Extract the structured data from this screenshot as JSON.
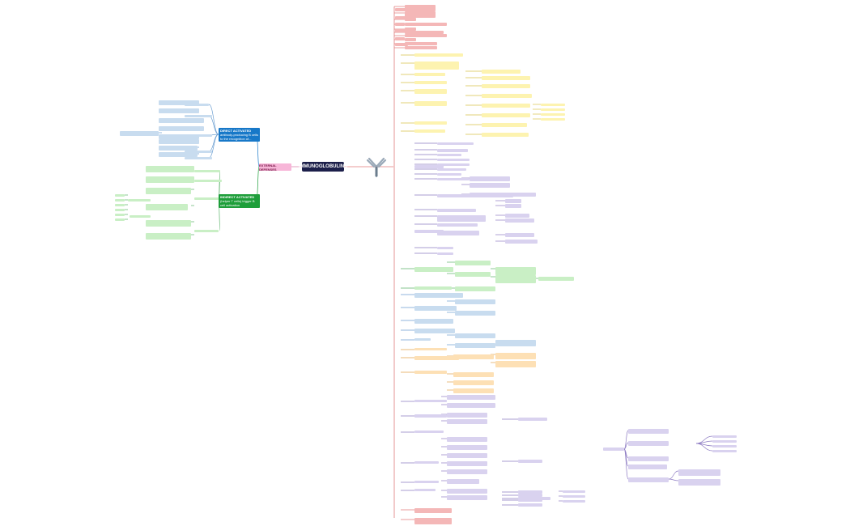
{
  "center": {
    "title": "IMMUNOGLOBULINS"
  },
  "left": {
    "external_node": "EXTERNAL DEFENSES",
    "direct": {
      "title": "DIRECT ACTIVATED",
      "subtitle": "antibody-producing B cells to the recognition of..."
    },
    "indirect": {
      "title": "INDIRECT ACTIVATED",
      "subtitle": "(helper T cells) trigger B cell activation"
    }
  },
  "colors": {
    "center": "#1c1f4a",
    "red": "#f4b7b7",
    "yellow": "#fdf3b0",
    "purple": "#d9d2ef",
    "green": "#c9efc5",
    "blue": "#c8dcef",
    "orange": "#fde0b5",
    "blue_node": "#1778c8",
    "green_node": "#1e9e3a",
    "pink_node": "#f7b6d8"
  }
}
